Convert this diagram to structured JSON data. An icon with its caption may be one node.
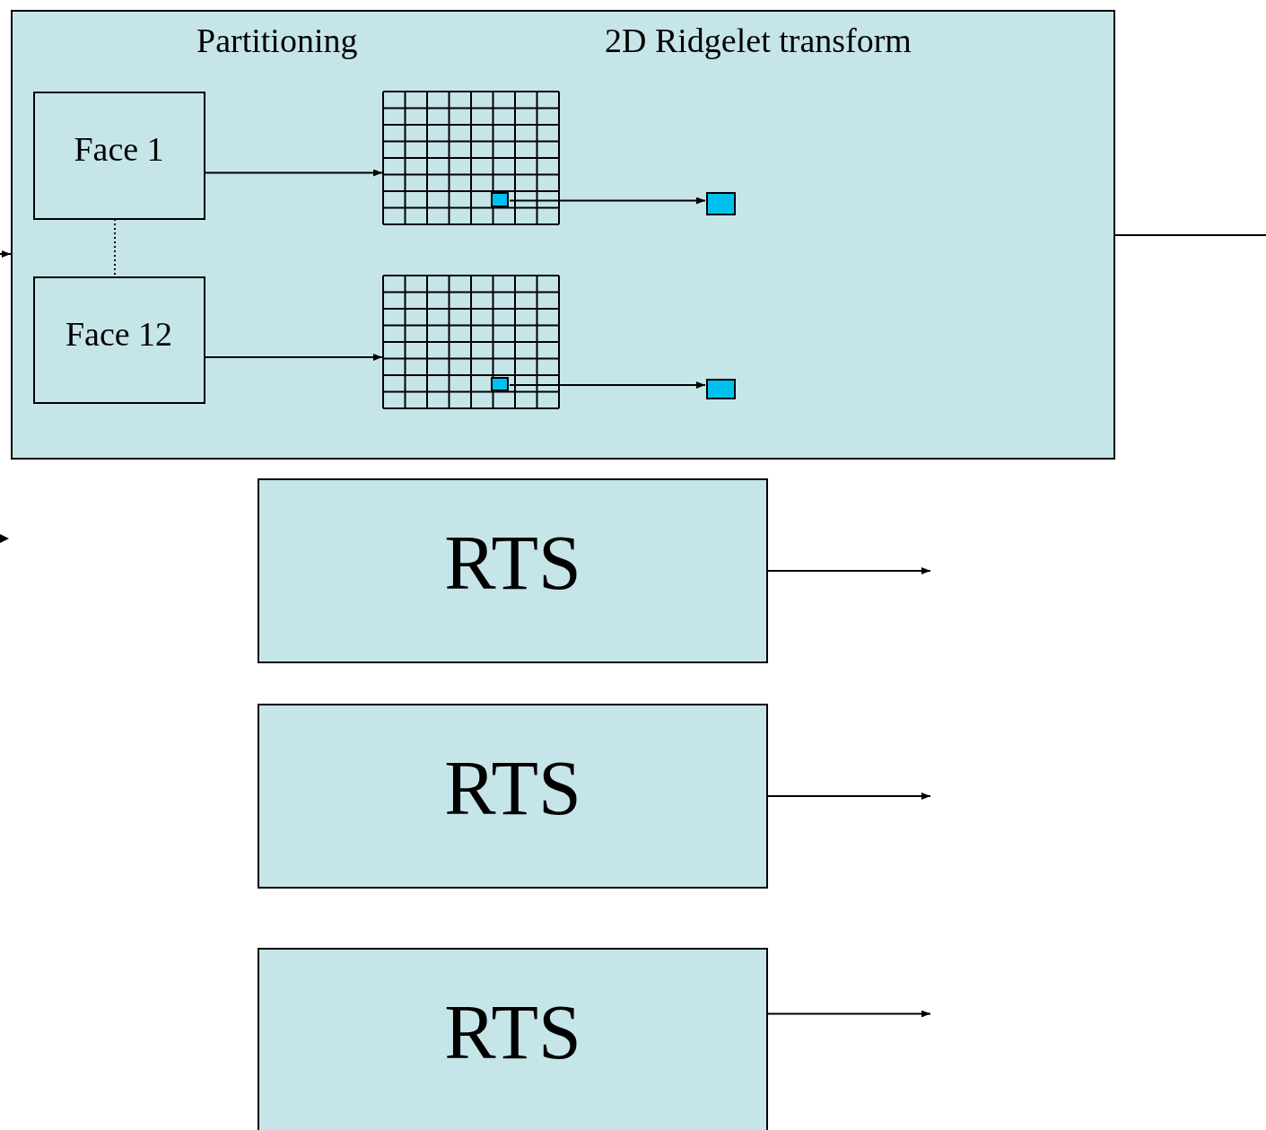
{
  "diagram": {
    "nodes": [
      {
        "text": [
          "Partitioning",
          "2D Ridgelet transform"
        ]
      },
      {
        "text": [
          "Face 1"
        ],
        "in": 0
      },
      {
        "text": [
          "Face 12"
        ],
        "in": 0
      },
      {
        "text": [],
        "shape": "grid",
        "in": 0
      },
      {
        "text": [],
        "shape": "box",
        "in": 3
      },
      {
        "text": [],
        "shape": "grid",
        "in": 0
      },
      {
        "text": [],
        "shape": "box",
        "in": 5
      },
      {
        "text": [],
        "shape": "box",
        "in": 0
      },
      {
        "text": [],
        "shape": "box",
        "in": 0
      },
      {
        "text": [
          "RTS"
        ]
      },
      {
        "text": [
          "RTS"
        ]
      },
      {
        "text": [
          "RTS"
        ]
      }
    ],
    "edges": [
      {
        "from": 1,
        "to": 2,
        "arrow": "none",
        "style": "dashed"
      },
      {
        "from": 1,
        "to": 3,
        "arrow": "to"
      },
      {
        "from": 2,
        "to": 5,
        "arrow": "to"
      },
      {
        "from": 4,
        "to": 7,
        "arrow": "to"
      },
      {
        "from": 6,
        "to": 8,
        "arrow": "to"
      },
      {
        "from": null,
        "to": 0,
        "arrow": "to"
      },
      {
        "from": 0,
        "to": null,
        "arrow": "none"
      },
      {
        "from": 9,
        "to": null,
        "arrow": "to"
      },
      {
        "from": 10,
        "to": null,
        "arrow": "to"
      },
      {
        "from": 11,
        "to": null,
        "arrow": "to"
      }
    ]
  }
}
